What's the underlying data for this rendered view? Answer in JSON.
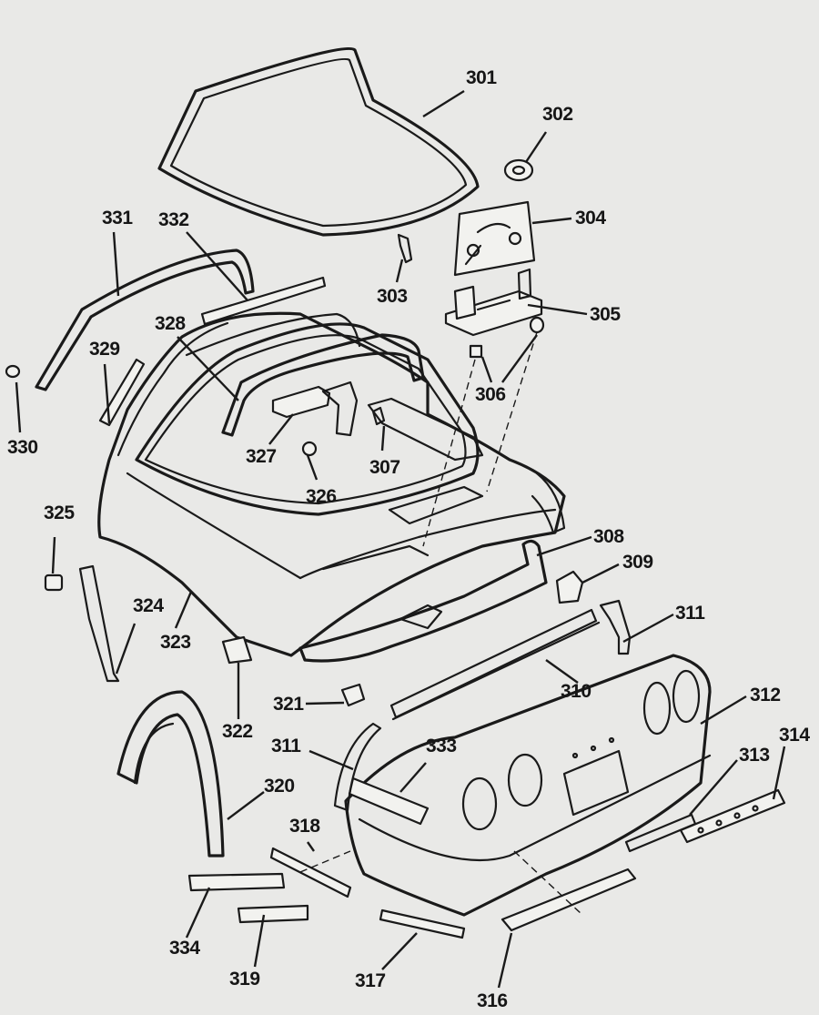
{
  "diagram": {
    "labels": {
      "l301": "301",
      "l302": "302",
      "l303": "303",
      "l304": "304",
      "l305": "305",
      "l306": "306",
      "l307": "307",
      "l308": "308",
      "l309": "309",
      "l310": "310",
      "l311a": "311",
      "l311b": "311",
      "l312": "312",
      "l313": "313",
      "l314": "314",
      "l316": "316",
      "l317": "317",
      "l318": "318",
      "l319": "319",
      "l320": "320",
      "l321": "321",
      "l322": "322",
      "l323": "323",
      "l324": "324",
      "l325": "325",
      "l326": "326",
      "l327": "327",
      "l328": "328",
      "l329": "329",
      "l330": "330",
      "l331": "331",
      "l332": "332",
      "l333": "333",
      "l334": "334"
    },
    "colors": {
      "background": "#e9e9e7",
      "ink": "#1a1a1a"
    }
  }
}
